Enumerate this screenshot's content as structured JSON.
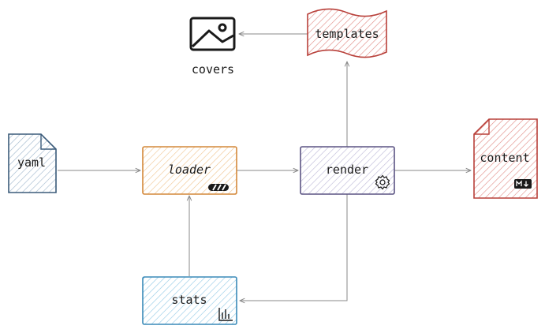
{
  "nodes": {
    "covers": {
      "label": "covers",
      "icon": "image-icon"
    },
    "templates": {
      "label": "templates",
      "color": "#b8403a"
    },
    "yaml": {
      "label": "yaml",
      "color": "#3b5b7a"
    },
    "loader": {
      "label": "loader",
      "color": "#d4883a",
      "icon": "progress-bar-icon"
    },
    "render": {
      "label": "render",
      "color": "#5b5483",
      "icon": "gear-icon"
    },
    "content": {
      "label": "content",
      "color": "#b8403a",
      "icon": "markdown-icon"
    },
    "stats": {
      "label": "stats",
      "color": "#3a8ab8",
      "icon": "bar-chart-icon"
    }
  },
  "edges": [
    {
      "from": "templates",
      "to": "covers"
    },
    {
      "from": "render",
      "to": "templates"
    },
    {
      "from": "yaml",
      "to": "loader"
    },
    {
      "from": "loader",
      "to": "render"
    },
    {
      "from": "render",
      "to": "content"
    },
    {
      "from": "render",
      "to": "stats"
    },
    {
      "from": "stats",
      "to": "loader"
    }
  ],
  "colors": {
    "edge": "#8a8a8a",
    "text": "#1a1a1a"
  }
}
